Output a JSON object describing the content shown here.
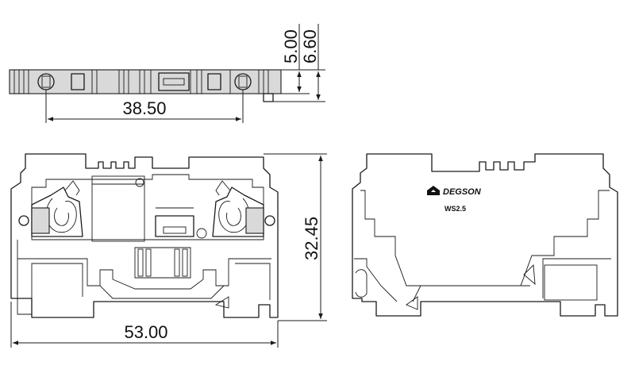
{
  "dimensions": {
    "top_width": "38.50",
    "height_inner": "5.00",
    "height_outer": "6.60",
    "side_height": "32.45",
    "side_width": "53.00"
  },
  "label": {
    "brand": "DEGSON",
    "model": "WS2.5"
  }
}
